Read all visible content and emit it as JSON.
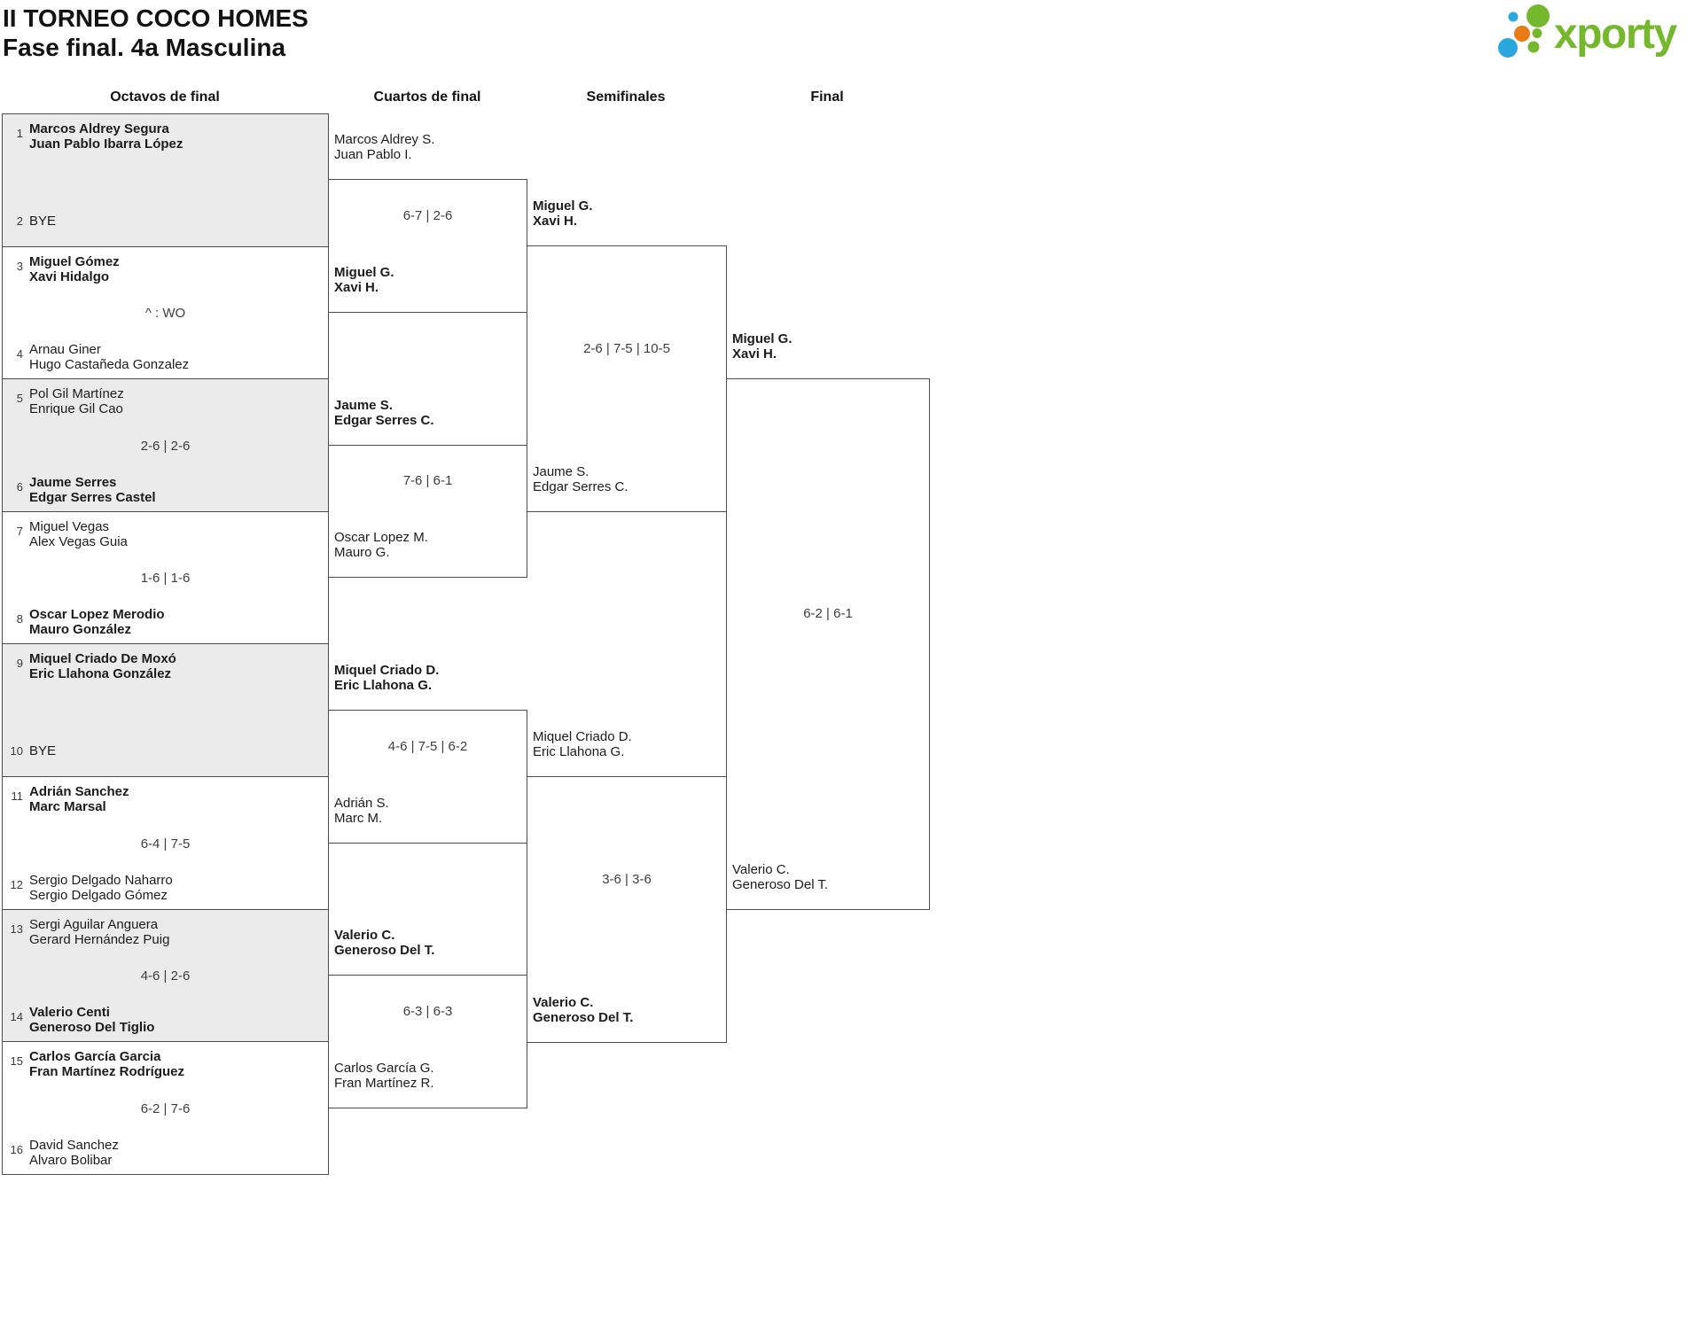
{
  "title": {
    "line1": "II TORNEO COCO HOMES",
    "line2": "Fase final. 4a Masculina"
  },
  "logo": {
    "text": "xporty",
    "colors": {
      "green": "#75b72d",
      "blue": "#2aa7df",
      "orange": "#e87b16"
    }
  },
  "columns": {
    "octavos": "Octavos de final",
    "cuartos": "Cuartos de final",
    "semifinales": "Semifinales",
    "final": "Final"
  },
  "octavos": [
    {
      "seed_top": "1",
      "top_a": "Marcos Aldrey Segura",
      "top_b": "Juan Pablo Ibarra López",
      "top_bold": true,
      "score": "",
      "seed_bot": "2",
      "bot_a": "BYE",
      "bot_b": "",
      "bot_bold": false
    },
    {
      "seed_top": "3",
      "top_a": "Miguel Gómez",
      "top_b": "Xavi Hidalgo",
      "top_bold": true,
      "score": "^ : WO",
      "seed_bot": "4",
      "bot_a": "Arnau Giner",
      "bot_b": "Hugo Castañeda Gonzalez",
      "bot_bold": false
    },
    {
      "seed_top": "5",
      "top_a": "Pol Gil Martínez",
      "top_b": "Enrique Gil Cao",
      "top_bold": false,
      "score": "2-6 | 2-6",
      "seed_bot": "6",
      "bot_a": "Jaume Serres",
      "bot_b": "Edgar Serres Castel",
      "bot_bold": true
    },
    {
      "seed_top": "7",
      "top_a": "Miguel Vegas",
      "top_b": "Alex Vegas Guia",
      "top_bold": false,
      "score": "1-6 | 1-6",
      "seed_bot": "8",
      "bot_a": "Oscar Lopez Merodio",
      "bot_b": "Mauro González",
      "bot_bold": true
    },
    {
      "seed_top": "9",
      "top_a": "Miquel Criado De Moxó",
      "top_b": "Eric Llahona González",
      "top_bold": true,
      "score": "",
      "seed_bot": "10",
      "bot_a": "BYE",
      "bot_b": "",
      "bot_bold": false
    },
    {
      "seed_top": "11",
      "top_a": "Adrián Sanchez",
      "top_b": "Marc Marsal",
      "top_bold": true,
      "score": "6-4 | 7-5",
      "seed_bot": "12",
      "bot_a": "Sergio Delgado Naharro",
      "bot_b": "Sergio Delgado Gómez",
      "bot_bold": false
    },
    {
      "seed_top": "13",
      "top_a": "Sergi Aguilar Anguera",
      "top_b": "Gerard Hernández Puig",
      "top_bold": false,
      "score": "4-6 | 2-6",
      "seed_bot": "14",
      "bot_a": "Valerio Centi",
      "bot_b": "Generoso Del Tiglio",
      "bot_bold": true
    },
    {
      "seed_top": "15",
      "top_a": "Carlos García Garcia",
      "top_b": "Fran Martínez Rodríguez",
      "top_bold": true,
      "score": "6-2 | 7-6",
      "seed_bot": "16",
      "bot_a": "David Sanchez",
      "bot_b": "Alvaro Bolibar",
      "bot_bold": false
    }
  ],
  "cuartos": [
    {
      "top_a": "Marcos Aldrey S.",
      "top_b": "Juan Pablo I.",
      "top_bold": false,
      "score": "6-7 | 2-6",
      "bot_a": "Miguel G.",
      "bot_b": "Xavi H.",
      "bot_bold": true
    },
    {
      "top_a": "Jaume S.",
      "top_b": "Edgar Serres C.",
      "top_bold": true,
      "score": "7-6 | 6-1",
      "bot_a": "Oscar Lopez M.",
      "bot_b": "Mauro G.",
      "bot_bold": false
    },
    {
      "top_a": "Miquel Criado D.",
      "top_b": "Eric Llahona G.",
      "top_bold": true,
      "score": "4-6 | 7-5 | 6-2",
      "bot_a": "Adrián S.",
      "bot_b": "Marc M.",
      "bot_bold": false
    },
    {
      "top_a": "Valerio C.",
      "top_b": "Generoso Del T.",
      "top_bold": true,
      "score": "6-3 | 6-3",
      "bot_a": "Carlos García G.",
      "bot_b": "Fran Martínez R.",
      "bot_bold": false
    }
  ],
  "semifinales": [
    {
      "top_a": "Miguel G.",
      "top_b": "Xavi H.",
      "top_bold": true,
      "score": "2-6 | 7-5 | 10-5",
      "bot_a": "Jaume S.",
      "bot_b": "Edgar Serres C.",
      "bot_bold": false
    },
    {
      "top_a": "Miquel Criado D.",
      "top_b": "Eric Llahona G.",
      "top_bold": false,
      "score": "3-6 | 3-6",
      "bot_a": "Valerio C.",
      "bot_b": "Generoso Del T.",
      "bot_bold": true
    }
  ],
  "final": [
    {
      "top_a": "Miguel G.",
      "top_b": "Xavi H.",
      "top_bold": true,
      "score": "6-2 | 6-1",
      "bot_a": "Valerio C.",
      "bot_b": "Generoso Del T.",
      "bot_bold": false
    }
  ]
}
